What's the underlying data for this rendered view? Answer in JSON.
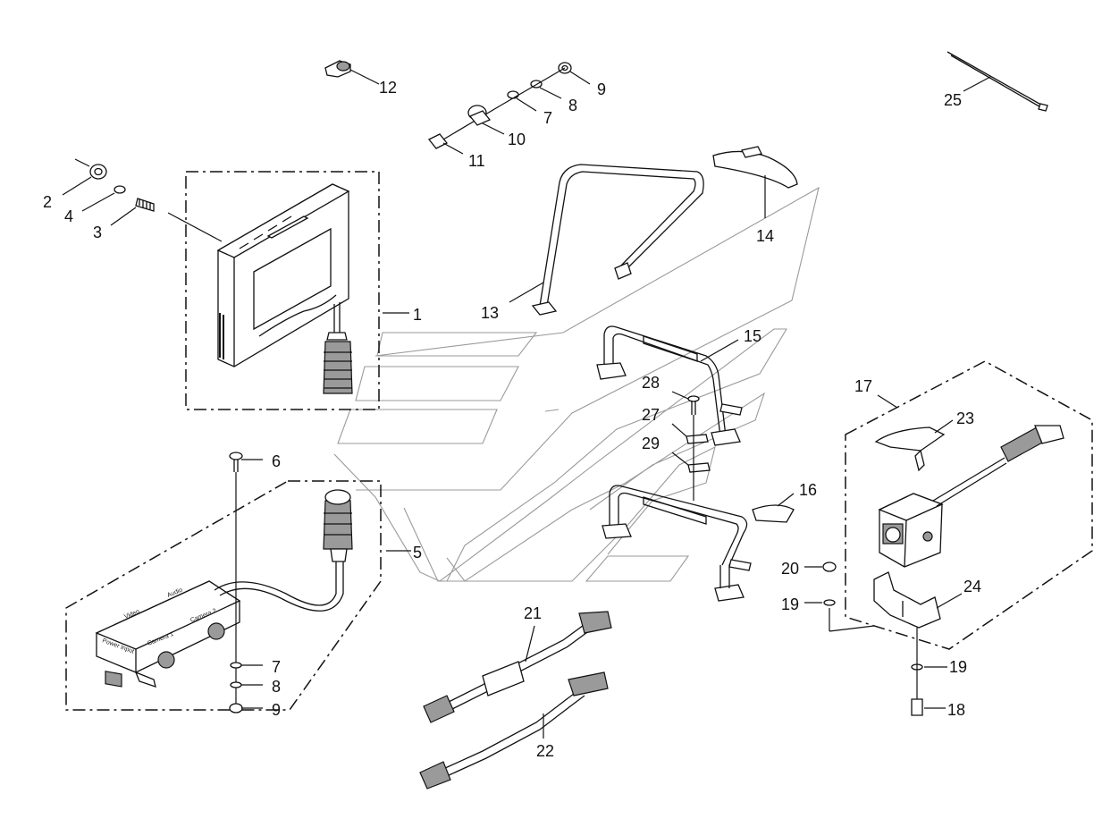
{
  "part_numbers": {
    "p1": "1",
    "p2": "2",
    "p3": "3",
    "p4": "4",
    "p5": "5",
    "p6": "6",
    "p7a": "7",
    "p7b": "7",
    "p8a": "8",
    "p8b": "8",
    "p9a": "9",
    "p9b": "9",
    "p10": "10",
    "p11": "11",
    "p12": "12",
    "p13": "13",
    "p14": "14",
    "p15": "15",
    "p16": "16",
    "p17": "17",
    "p18": "18",
    "p19a": "19",
    "p19b": "19",
    "p20": "20",
    "p21": "21",
    "p22": "22",
    "p23": "23",
    "p24": "24",
    "p25": "25",
    "p27": "27",
    "p28": "28",
    "p29": "29"
  },
  "control_box_labels": {
    "video": "Video",
    "audio": "Audio",
    "power_input": "Power Input",
    "camera_1": "Camera 1",
    "camera_2": "Camera 2"
  }
}
